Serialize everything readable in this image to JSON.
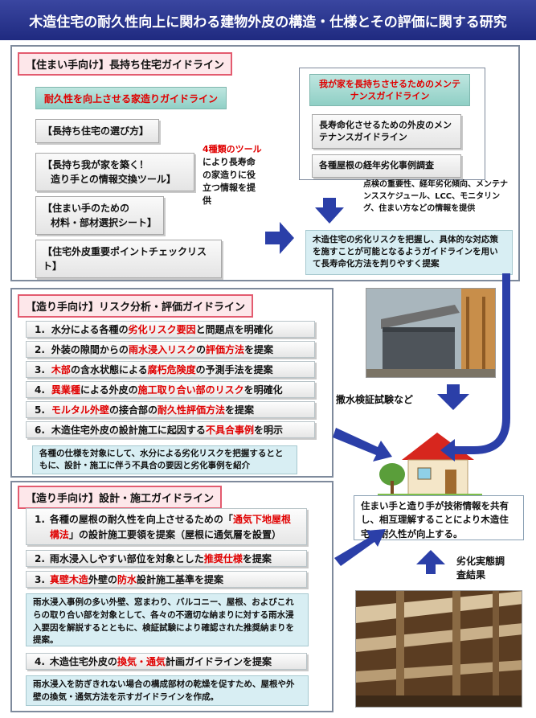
{
  "title": "木造住宅の耐久性向上に関わる建物外皮の構造・仕様とその評価に関する研究",
  "resident_guideline": {
    "label": "【住まい手向け】長持ち住宅ガイドライン",
    "head": "耐久性を向上させる家造りガイドライン",
    "items": [
      "【長持ち住宅の選び方】",
      "【長持ち我が家を築く！",
      "造り手との情報交換ツール】",
      "【住まい手のための",
      "材料・部材選択シート】",
      "【住宅外皮重要ポイントチェックリスト】"
    ],
    "tools_red": "4種類のツール",
    "tools_rest": "により長寿命の家造りに役立つ情報を提供",
    "maint_head": "我が家を長持ちさせるためのメンテナンスガイドライン",
    "maint_items": [
      "長寿命化させるための外皮のメンテナンスガイドライン",
      "各種屋根の経年劣化事例調査"
    ],
    "maint_note": "点検の重要性、経年劣化傾向、メンテナンススケジュール、LCC、モニタリング、住まい方などの情報を提供",
    "summary": "木造住宅の劣化リスクを把握し、具体的な対応策を施すことが可能となるようガイドラインを用いて長寿命化方法を判りやすく提案"
  },
  "risk_guideline": {
    "label": "【造り手向け】リスク分析・評価ガイドライン",
    "items": [
      {
        "num": "1.",
        "parts": [
          [
            "水分による各種の",
            false
          ],
          [
            "劣化リスク要因",
            true
          ],
          [
            "と問題点を明確化",
            false
          ]
        ]
      },
      {
        "num": "2.",
        "parts": [
          [
            "外装の隙間からの",
            false
          ],
          [
            "雨水浸入リスク",
            true
          ],
          [
            "の",
            false
          ],
          [
            "評価方法",
            true
          ],
          [
            "を提案",
            false
          ]
        ]
      },
      {
        "num": "3.",
        "parts": [
          [
            "木部",
            true
          ],
          [
            "の含水状態による",
            false
          ],
          [
            "腐朽危険度",
            true
          ],
          [
            "の予測手法を提案",
            false
          ]
        ]
      },
      {
        "num": "4.",
        "parts": [
          [
            "異業種",
            true
          ],
          [
            "による外皮の",
            false
          ],
          [
            "施工取り合い部のリスク",
            true
          ],
          [
            "を明確化",
            false
          ]
        ]
      },
      {
        "num": "5.",
        "parts": [
          [
            "モルタル外壁",
            true
          ],
          [
            "の接合部の",
            false
          ],
          [
            "耐久性評価方法",
            true
          ],
          [
            "を提案",
            false
          ]
        ]
      },
      {
        "num": "6.",
        "parts": [
          [
            "木造住宅外皮の設計施工に起因する",
            false
          ],
          [
            "不具合事例",
            true
          ],
          [
            "を明示",
            false
          ]
        ]
      }
    ],
    "note": "各種の仕様を対象にして、水分による劣化リスクを把握するとともに、設計・施工に伴う不具合の要因と劣化事例を紹介"
  },
  "design_guideline": {
    "label": "【造り手向け】設計・施工ガイドライン",
    "item1_a": "各種の屋根の耐久性を向上させるための「",
    "item1_red": "通気下地屋根構法",
    "item1_b": "」の設計施工要領を提案（屋根に通気層を設置）",
    "item2_a": "雨水浸入しやすい部位を対象とした",
    "item2_red": "推奨仕様",
    "item2_b": "を提案",
    "item3_red1": "真壁木造",
    "item3_a": "外壁の",
    "item3_red2": "防水",
    "item3_b": "設計施工基準を提案",
    "note1": "雨水浸入事例の多い外壁、窓まわり、バルコニー、屋根、およびこれらの取り合い部を対象として、各々の不適切な納まりに対する雨水浸入要因を解説するとともに、検証試験により確認された推奨納まりを提案。",
    "item4_a": "木造住宅外皮の",
    "item4_red": "換気・通気",
    "item4_b": "計画ガイドラインを提案",
    "note2": "雨水浸入を防ぎきれない場合の構成部材の乾燥を促すため、屋根や外壁の換気・通気方法を示すガイドラインを作成。"
  },
  "labels": {
    "test": "撒水検証試験など",
    "result": "住まい手と造り手が技術情報を共有し、相互理解することにより木造住宅の耐久性が向上する。",
    "survey": "劣化実態調査結果"
  },
  "numbers": [
    "1.",
    "2.",
    "3.",
    "4."
  ],
  "colors": {
    "title_bg": "#1f2a80",
    "accent_red": "#e00000",
    "arrow": "#2b3fa8",
    "teal": "#8fcfc5"
  }
}
